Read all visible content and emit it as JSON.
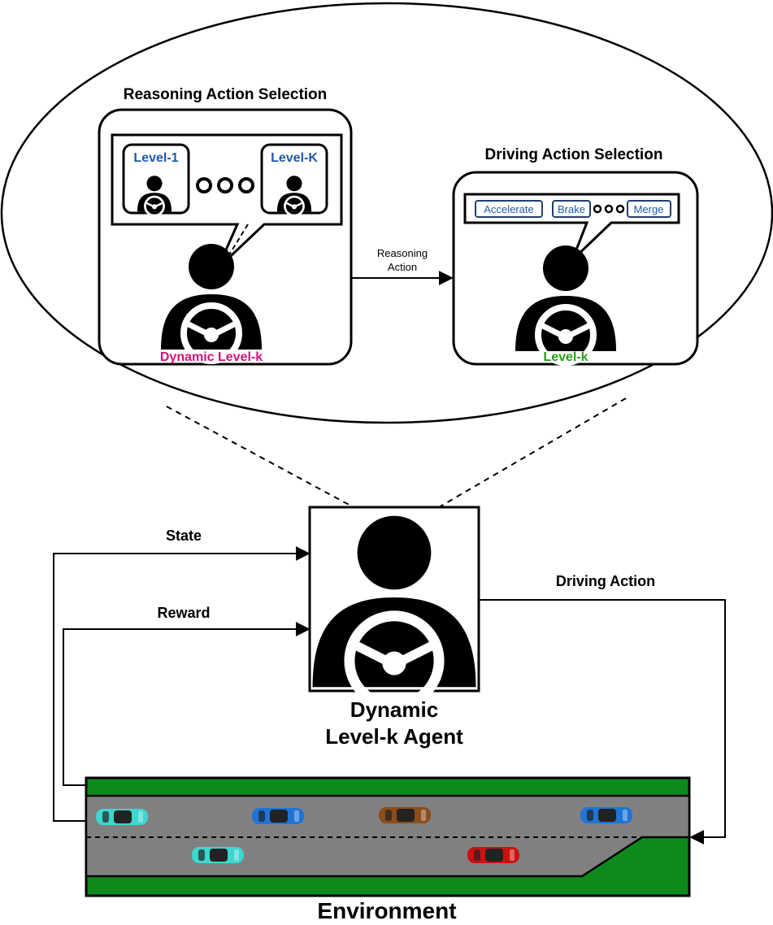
{
  "reasoning_panel": {
    "title": "Reasoning Action Selection",
    "level_one_label": "Level-1",
    "level_k_label": "Level-K",
    "agent_label": "Dynamic Level-k"
  },
  "driving_panel": {
    "title": "Driving Action Selection",
    "actions": [
      "Accelerate",
      "Brake",
      "Merge"
    ],
    "agent_label": "Level-k"
  },
  "reasoning_arrow": {
    "line1": "Reasoning",
    "line2": "Action"
  },
  "loop": {
    "state": "State",
    "reward": "Reward",
    "driving_action": "Driving Action"
  },
  "agent": {
    "line1": "Dynamic",
    "line2": "Level-k Agent"
  },
  "environment": {
    "label": "Environment"
  },
  "colors": {
    "level_blue": "#1f5aa8",
    "dynamic_pink": "#d6127a",
    "level_green": "#2a9d1e",
    "grass": "#0e8a1c",
    "road": "#808080",
    "car_cyan": "#3fd6cf",
    "car_blue": "#1f74d6",
    "car_brown": "#8b4d1a",
    "car_red": "#cc1111"
  },
  "icons": [
    "driver-icon",
    "steering-wheel-icon",
    "car-icon",
    "ellipsis-dots-icon"
  ]
}
